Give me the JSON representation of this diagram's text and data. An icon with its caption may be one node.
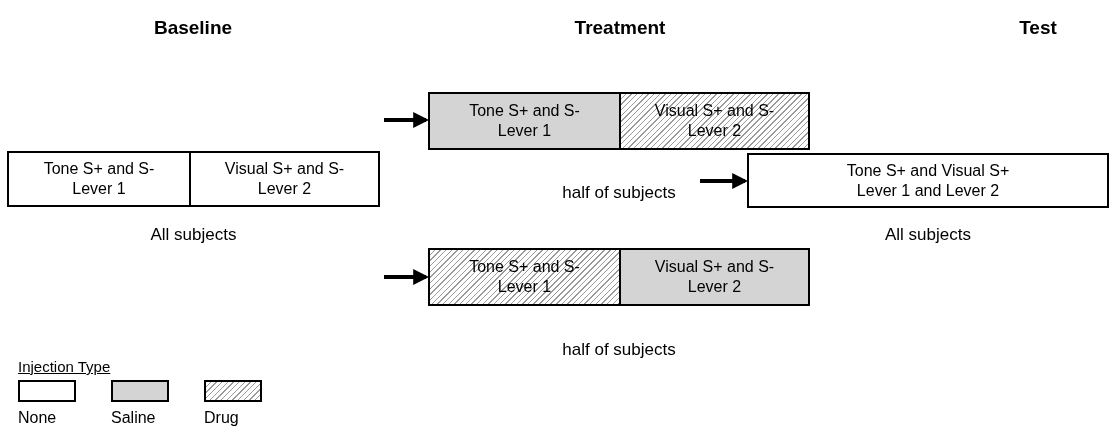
{
  "diagram": {
    "nodes": [
      {
        "text": [],
        "shape": "box",
        "beside": [
          "All subjects"
        ]
      },
      {
        "text": [
          "Tone S+ and S- Lever 1"
        ],
        "in": 0
      },
      {
        "text": [
          "Visual S+ and S- Lever 2"
        ],
        "in": 0
      },
      {
        "text": [],
        "shape": "box",
        "beside": [
          "half of subjects"
        ]
      },
      {
        "text": [
          "Tone S+ and S- Lever 1"
        ],
        "in": 3
      },
      {
        "text": [
          "Visual S+ and S- Lever 2"
        ],
        "in": 3
      },
      {
        "text": [],
        "shape": "box",
        "beside": [
          "half of subjects"
        ]
      },
      {
        "text": [
          "Tone S+ and S- Lever 1"
        ],
        "in": 6
      },
      {
        "text": [
          "Visual S+ and S- Lever 2"
        ],
        "in": 6
      },
      {
        "text": [
          "Tone S+ and Visual S+ Lever 1 and Lever 2"
        ],
        "beside": [
          "All subjects"
        ]
      }
    ],
    "edges": [
      {
        "from": null,
        "to": 3,
        "arrow": "to"
      },
      {
        "from": null,
        "to": 6,
        "arrow": "to"
      },
      {
        "from": null,
        "to": 9,
        "arrow": "to"
      }
    ],
    "labels": [
      "Baseline",
      "Treatment",
      "Test",
      "Injection Type"
    ],
    "legend": [
      {
        "text": "None",
        "color": "#ffffff"
      },
      {
        "text": "Saline",
        "color": "#d4d4d4"
      },
      {
        "text": "Drug"
      }
    ]
  }
}
